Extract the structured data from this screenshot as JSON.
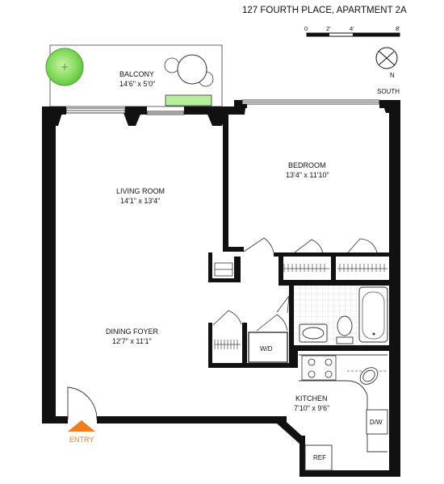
{
  "header": {
    "address": "127 FOURTH PLACE, APARTMENT 2A"
  },
  "scale_bar": {
    "ticks": [
      "0",
      "2'",
      "4'",
      "8'"
    ]
  },
  "compass": {
    "north_label": "N"
  },
  "orientation_label": "SOUTH",
  "rooms": {
    "balcony": {
      "name": "BALCONY",
      "size": "14'6\" x 5'0\""
    },
    "bedroom": {
      "name": "BEDROOM",
      "size": "13'4\" x 11'10\""
    },
    "living_room": {
      "name": "LIVING ROOM",
      "size": "14'1\" x 13'4\""
    },
    "dining_foyer": {
      "name": "DINING FOYER",
      "size": "12'7\" x 11'1\""
    },
    "kitchen": {
      "name": "KITCHEN",
      "size": "7'10\" x 9'6\""
    }
  },
  "fixtures": {
    "washer_dryer": "W/D",
    "dishwasher": "D/W",
    "refrigerator": "REF"
  },
  "entry_label": "ENTRY",
  "colors": {
    "wall": "#111111",
    "tile": "#e6e6e6",
    "plant": "#7ed957",
    "entry_accent": "#f07c1b"
  }
}
